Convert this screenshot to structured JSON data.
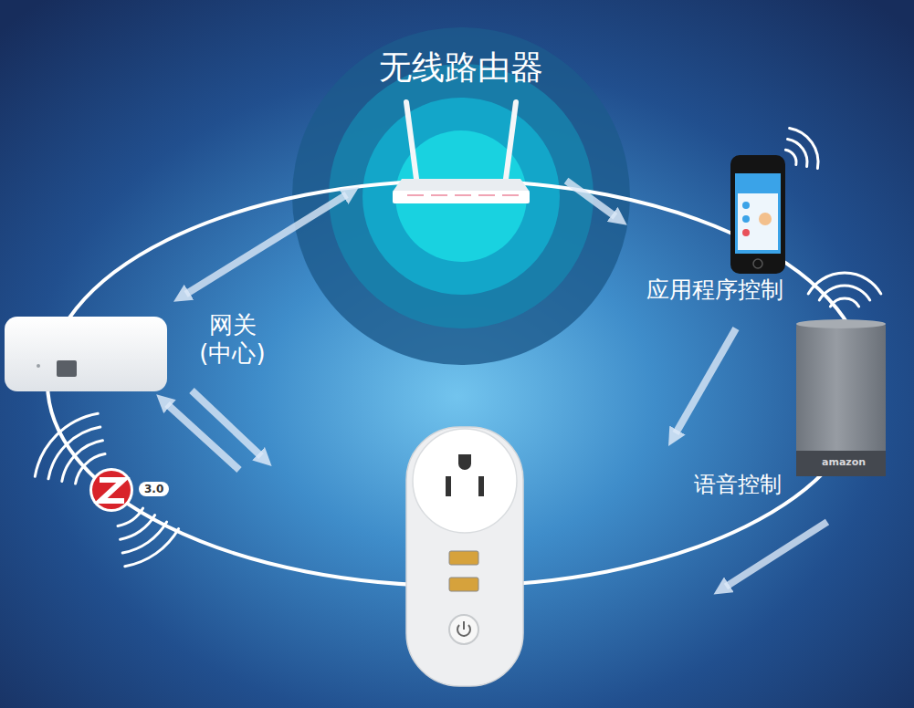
{
  "diagram": {
    "nodes": [
      {
        "text": [
          "无线路由器"
        ]
      },
      {
        "text": [
          "应用程序控制"
        ]
      },
      {
        "text": [
          "网关 (中心)"
        ]
      },
      {
        "text": [
          "语音控制"
        ]
      }
    ],
    "edges": [
      {
        "from": 0,
        "to": 1,
        "arrow": "to"
      },
      {
        "from": 2,
        "to": 0,
        "arrow": "both"
      }
    ],
    "labels": [
      "3.0",
      "amazon"
    ]
  }
}
